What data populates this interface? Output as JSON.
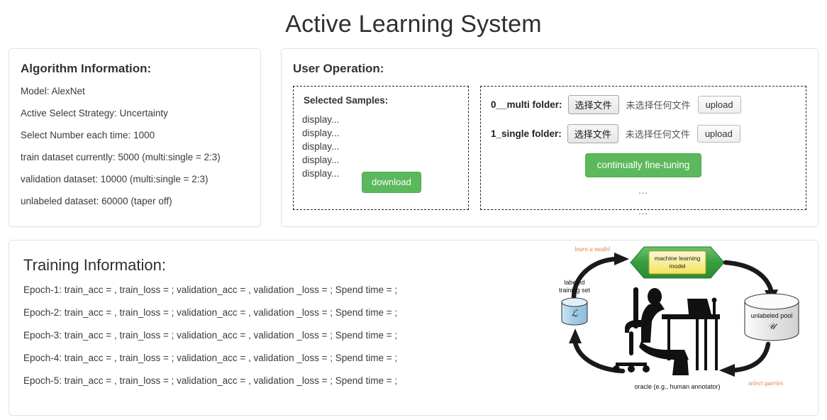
{
  "header": {
    "title": "Active Learning System"
  },
  "algorithm": {
    "heading": "Algorithm Information:",
    "lines": [
      "Model: AlexNet",
      "Active Select Strategy: Uncertainty",
      "Select Number each time: 1000",
      "train dataset currently: 5000 (multi:single = 2:3)",
      "validation dataset: 10000 (multi:single = 2:3)",
      "unlabeled dataset: 60000 (taper off)"
    ]
  },
  "user_operation": {
    "heading": "User Operation:",
    "selected_samples": {
      "heading": "Selected Samples:",
      "items": [
        "display...",
        "display...",
        "display...",
        "display...",
        "display..."
      ],
      "download_label": "download"
    },
    "uploads": [
      {
        "label": "0__multi folder:",
        "choose_label": "选择文件",
        "status": "未选择任何文件",
        "upload_label": "upload"
      },
      {
        "label": "1_single folder:",
        "choose_label": "选择文件",
        "status": "未选择任何文件",
        "upload_label": "upload"
      }
    ],
    "finetune_label": "continually fine-tuning",
    "ellipsis_1": "...",
    "ellipsis_2": "..."
  },
  "training": {
    "heading": "Training Information:",
    "epochs": [
      "Epoch-1: train_acc = , train_loss = ; validation_acc = , validation _loss = ; Spend time = ;",
      "Epoch-2: train_acc = , train_loss = ; validation_acc = , validation _loss = ; Spend time = ;",
      "Epoch-3: train_acc = , train_loss = ; validation_acc = , validation _loss = ; Spend time = ;",
      "Epoch-4: train_acc = , train_loss = ; validation_acc = , validation _loss = ; Spend time = ;",
      "Epoch-5: train_acc = , train_loss = ; validation_acc = , validation _loss = ; Spend time = ;"
    ]
  },
  "diagram": {
    "learn_a_model": "learn a model",
    "labeled_training_set_1": "labeled",
    "labeled_training_set_2": "training set",
    "labeled_symbol": "ℒ",
    "model_line_1": "machine learning",
    "model_line_2": "model",
    "unlabeled_pool": "unlabeled pool",
    "unlabeled_symbol": "𝒰",
    "select_queries": "select queries",
    "oracle": "oracle (e.g., human annotator)"
  },
  "colors": {
    "green_button": "#5cb85c",
    "accent_orange": "#e07b39",
    "model_green": "#3fa34d",
    "model_yellow": "#f5e96b",
    "labeled_blue": "#a8cfe8"
  }
}
